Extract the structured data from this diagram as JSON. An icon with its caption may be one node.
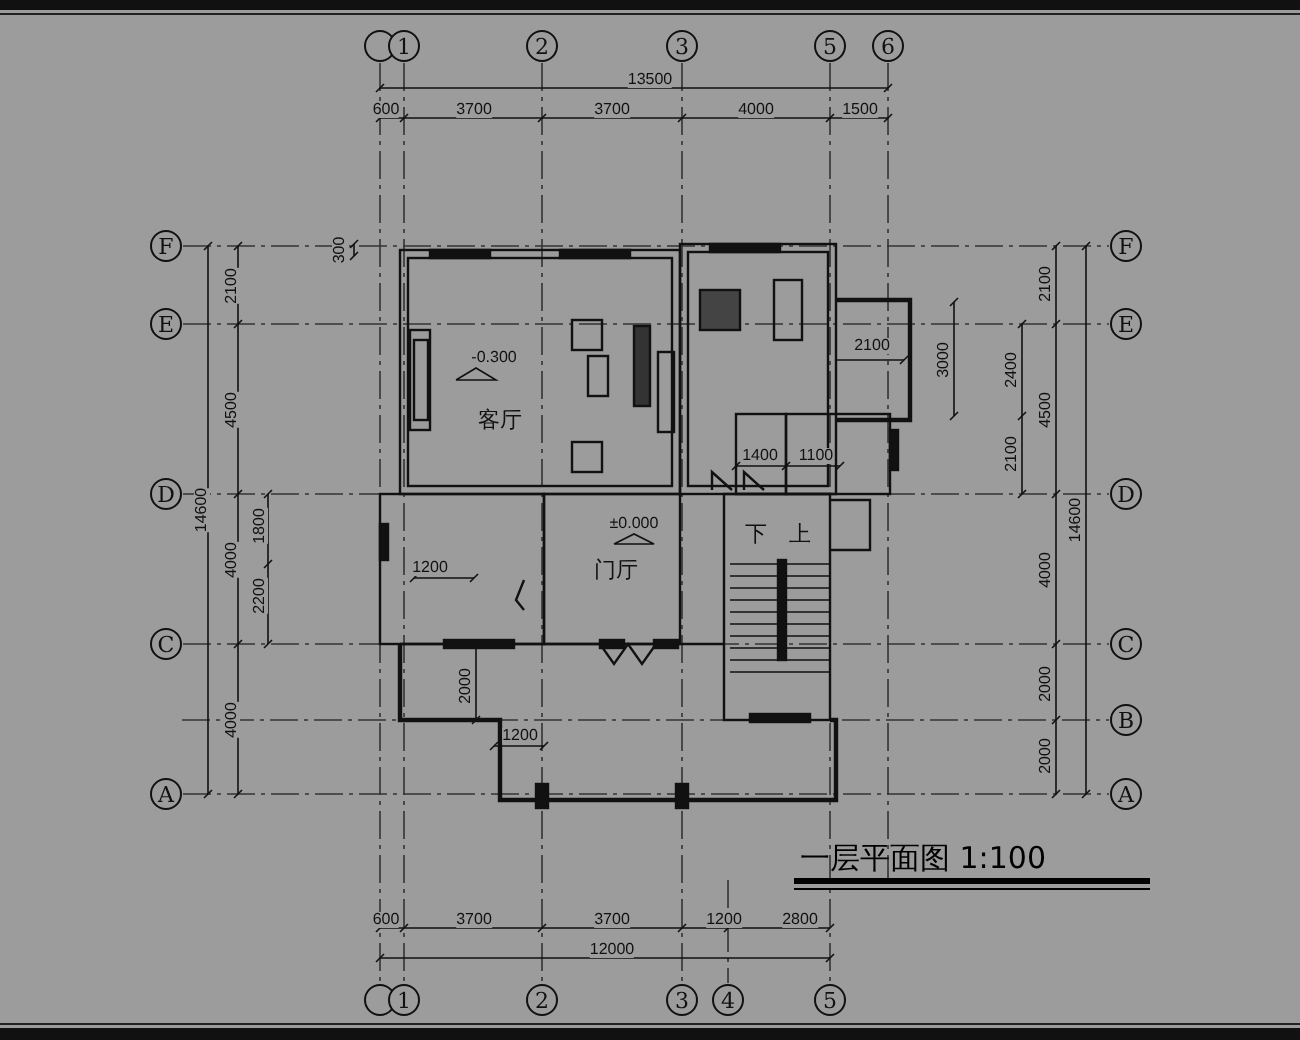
{
  "diagram": {
    "title": "一层平面图 1:100",
    "nodes": [
      {
        "text": [],
        "shape": "circle"
      },
      {
        "text": [
          "1"
        ]
      },
      {
        "text": [
          "2"
        ]
      },
      {
        "text": [
          "3"
        ]
      },
      {
        "text": [
          "5"
        ]
      },
      {
        "text": [
          "6"
        ]
      },
      {
        "text": [
          "F"
        ]
      },
      {
        "text": [
          "F"
        ]
      },
      {
        "text": [
          "E"
        ]
      },
      {
        "text": [
          "E"
        ]
      },
      {
        "text": [
          "D"
        ]
      },
      {
        "text": [
          "D"
        ]
      },
      {
        "text": [
          "C"
        ]
      },
      {
        "text": [
          "C"
        ]
      },
      {
        "text": [
          "B"
        ]
      },
      {
        "text": [
          "A"
        ]
      },
      {
        "text": [
          "A"
        ]
      },
      {
        "text": [],
        "shape": "circle"
      },
      {
        "text": [
          "1"
        ]
      },
      {
        "text": [
          "2"
        ]
      },
      {
        "text": [
          "3"
        ]
      },
      {
        "text": [
          "4"
        ]
      },
      {
        "text": [
          "5"
        ]
      }
    ],
    "edges": [
      {
        "from": 6,
        "to": 7,
        "arrow": "none",
        "style": "dashed"
      },
      {
        "from": 8,
        "to": 9,
        "arrow": "none",
        "style": "dashed"
      },
      {
        "from": 10,
        "to": 11,
        "arrow": "none",
        "style": "dashed"
      },
      {
        "from": 12,
        "to": 13,
        "arrow": "none",
        "style": "dashed"
      },
      {
        "from": null,
        "to": 14,
        "arrow": "none",
        "style": "dashed"
      },
      {
        "from": 15,
        "to": 16,
        "arrow": "none",
        "style": "dashed"
      },
      {
        "from": 0,
        "to": 17,
        "arrow": "none",
        "style": "dashed"
      },
      {
        "from": 1,
        "to": 18,
        "arrow": "none",
        "style": "dashed"
      },
      {
        "from": 2,
        "to": 19,
        "arrow": "none",
        "style": "dashed"
      },
      {
        "from": 3,
        "to": 20,
        "arrow": "none",
        "style": "dashed"
      },
      {
        "from": 4,
        "to": 22,
        "arrow": "none",
        "style": "dashed"
      },
      {
        "from": 5,
        "to": null,
        "arrow": "none",
        "style": "dashed"
      },
      {
        "from": null,
        "to": 21,
        "arrow": "none",
        "style": "dashed"
      }
    ],
    "labels": [
      "13500",
      "600",
      "3700",
      "3700",
      "4000",
      "1500",
      "300",
      "2100",
      "2100",
      "-0.300",
      "2100",
      "3000",
      "2400",
      "4500",
      "客厅",
      "4500",
      "1400",
      "1100",
      "2100",
      "14600",
      "1800",
      "±0.000",
      "下",
      "上",
      "14600",
      "4000",
      "1200",
      "门厅",
      "4000",
      "2200",
      "2000",
      "2000",
      "4000",
      "1200",
      "2000",
      "600",
      "3700",
      "3700",
      "1200",
      "2800",
      "12000"
    ]
  }
}
